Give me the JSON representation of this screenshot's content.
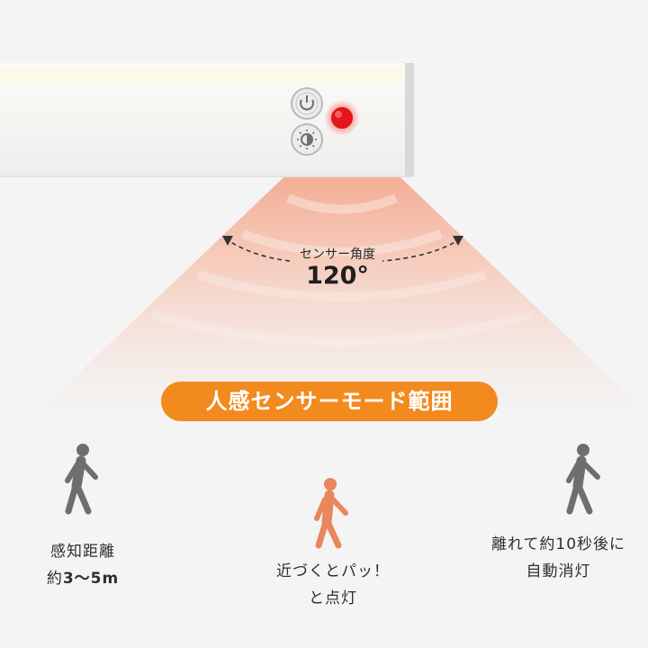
{
  "sensor_angle": {
    "label": "センサー角度",
    "value": "120°"
  },
  "mode_title": "人感センサーモード範囲",
  "left_caption": {
    "line1": "感知距離",
    "line2_prefix": "約",
    "line2_value": "3～5m"
  },
  "center_caption": {
    "line1": "近づくとパッ！",
    "line2": "と点灯"
  },
  "right_caption": {
    "line1": "離れて約10秒後に",
    "line2": "自動消灯"
  },
  "icons": [
    "power-button-icon",
    "brightness-button-icon",
    "motion-sensor-icon",
    "walking-person-icon"
  ],
  "colors": {
    "accent_orange": "#f28a1e",
    "sensor_red": "#e2161c",
    "cone": "#f2a488",
    "person_gray": "#6e6e6e",
    "person_orange": "#e9865c"
  }
}
